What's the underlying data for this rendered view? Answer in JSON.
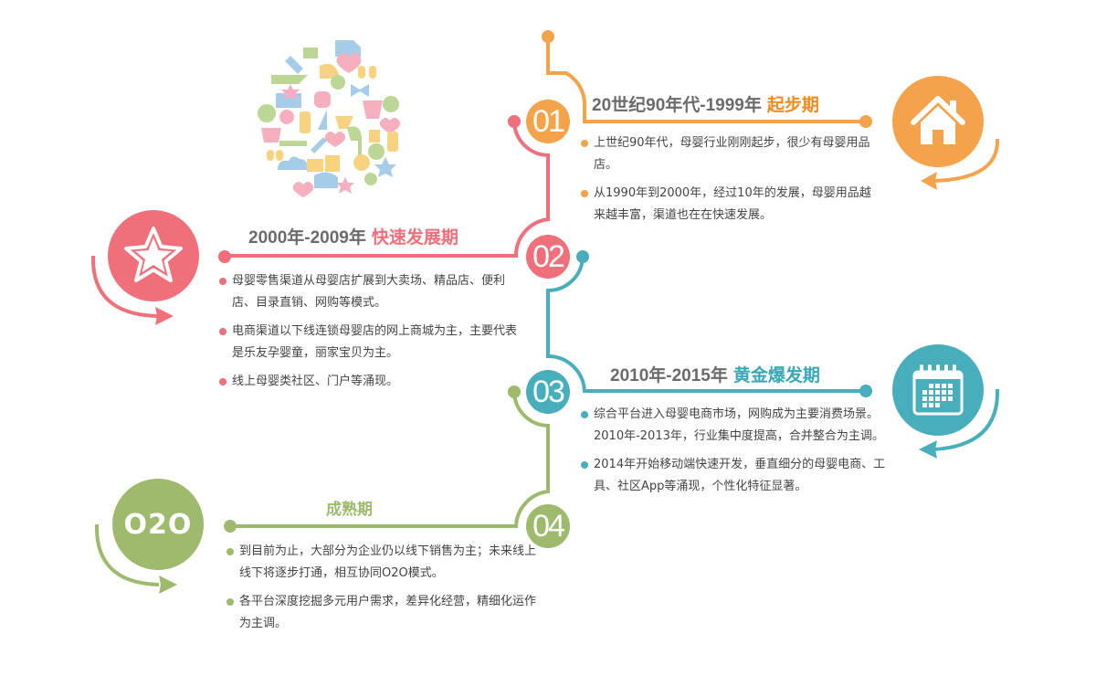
{
  "colors": {
    "orange": "#F4A34B",
    "pink": "#EF6F7A",
    "teal": "#48AEBB",
    "green": "#9DBA6D",
    "title_gray": "#6B6B6B",
    "text": "#444444"
  },
  "decoration": {
    "icon": "baby-products-icon-cluster"
  },
  "stages": [
    {
      "number": "01",
      "title_period": "20世纪90年代-1999年",
      "title_phase": "起步期",
      "icon": "house-icon",
      "bullets": [
        "上世纪90年代，母婴行业刚刚起步，很少有母婴用品店。",
        "从1990年到2000年，经过10年的发展，母婴用品越来越丰富，渠道也在在快速发展。"
      ]
    },
    {
      "number": "02",
      "title_period": "2000年-2009年",
      "title_phase": "快速发展期",
      "icon": "star-icon",
      "bullets": [
        "母婴零售渠道从母婴店扩展到大卖场、精品店、便利店、目录直销、网购等模式。",
        "电商渠道以下线连锁母婴店的网上商城为主，主要代表是乐友孕婴童，丽家宝贝为主。",
        "线上母婴类社区、门户等涌现。"
      ]
    },
    {
      "number": "03",
      "title_period": "2010年-2015年",
      "title_phase": "黄金爆发期",
      "icon": "calendar-icon",
      "bullets": [
        "综合平台进入母婴电商市场，网购成为主要消费场景。2010年-2013年，行业集中度提高，合并整合为主调。",
        "2014年开始移动端快速开发，垂直细分的母婴电商、工具、社区App等涌现，个性化特征显著。"
      ]
    },
    {
      "number": "04",
      "title_period": "",
      "title_phase": "成熟期",
      "icon": "o2o-icon",
      "badge_text": "O2O",
      "bullets": [
        "到目前为止，大部分为企业仍以线下销售为主；未来线上线下将逐步打通，相互协同O2O模式。",
        "各平台深度挖掘多元用户需求，差异化经营，精细化运作为主调。"
      ]
    }
  ]
}
